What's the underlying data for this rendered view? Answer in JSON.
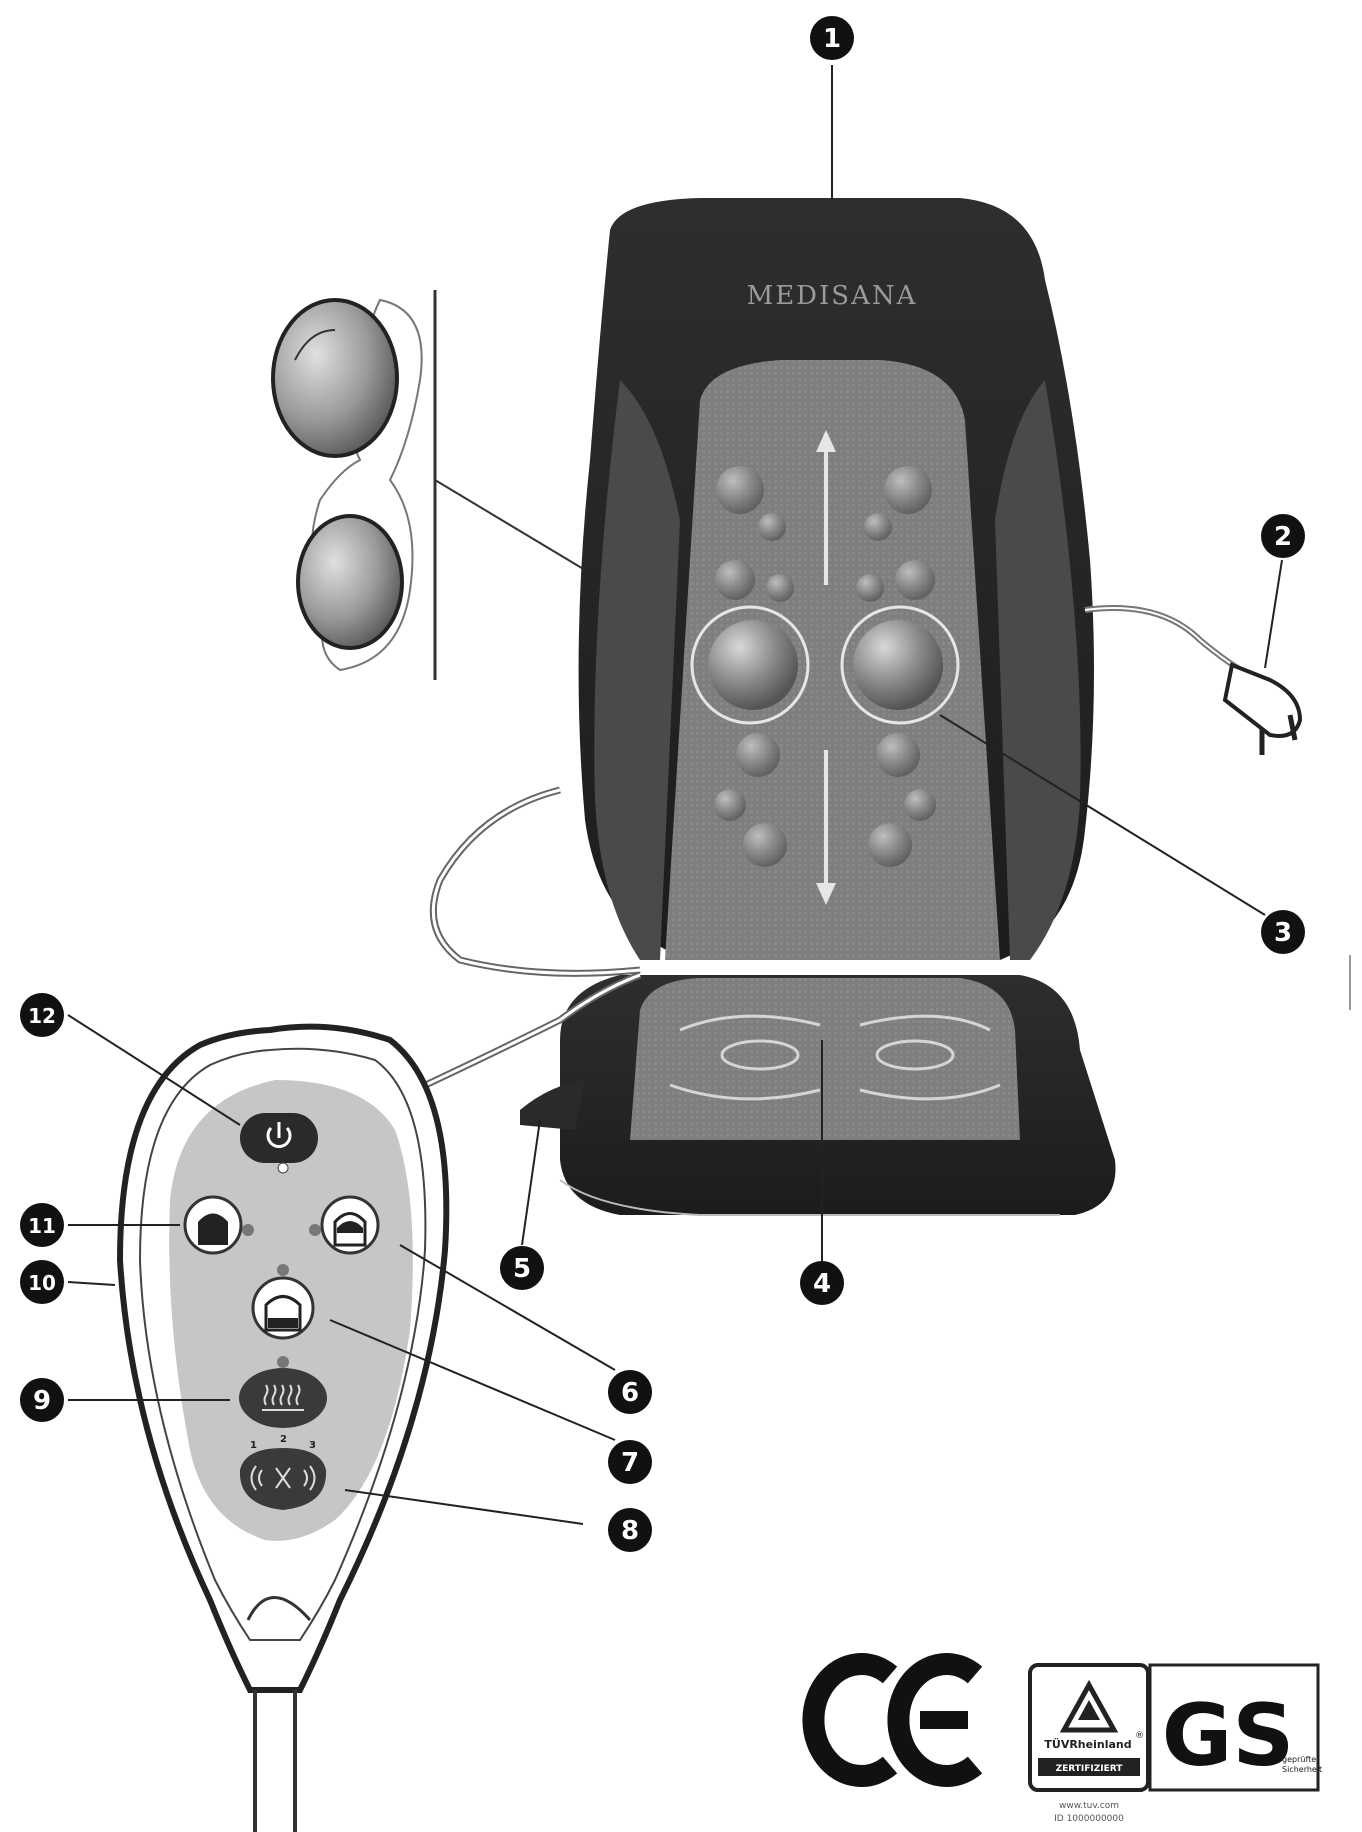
{
  "diagram": {
    "brand": "MEDISANA",
    "callouts": [
      {
        "id": "1",
        "label": "1"
      },
      {
        "id": "2",
        "label": "2"
      },
      {
        "id": "3",
        "label": "3"
      },
      {
        "id": "4",
        "label": "4"
      },
      {
        "id": "5",
        "label": "5"
      },
      {
        "id": "6",
        "label": "6"
      },
      {
        "id": "7",
        "label": "7"
      },
      {
        "id": "8",
        "label": "8"
      },
      {
        "id": "9",
        "label": "9"
      },
      {
        "id": "10",
        "label": "10"
      },
      {
        "id": "11",
        "label": "11"
      },
      {
        "id": "12",
        "label": "12"
      }
    ],
    "remote": {
      "level_labels": [
        "1",
        "2",
        "3"
      ]
    },
    "certification": {
      "ce_mark": "CE",
      "tuv_name": "TÜVRheinland",
      "tuv_reg": "®",
      "tuv_status": "ZERTIFIZIERT",
      "gs_mark": "GS",
      "gs_text_1": "geprüfte",
      "gs_text_2": "Sicherheit",
      "tuv_url": "www.tuv.com",
      "tuv_id": "ID 1000000000"
    }
  }
}
